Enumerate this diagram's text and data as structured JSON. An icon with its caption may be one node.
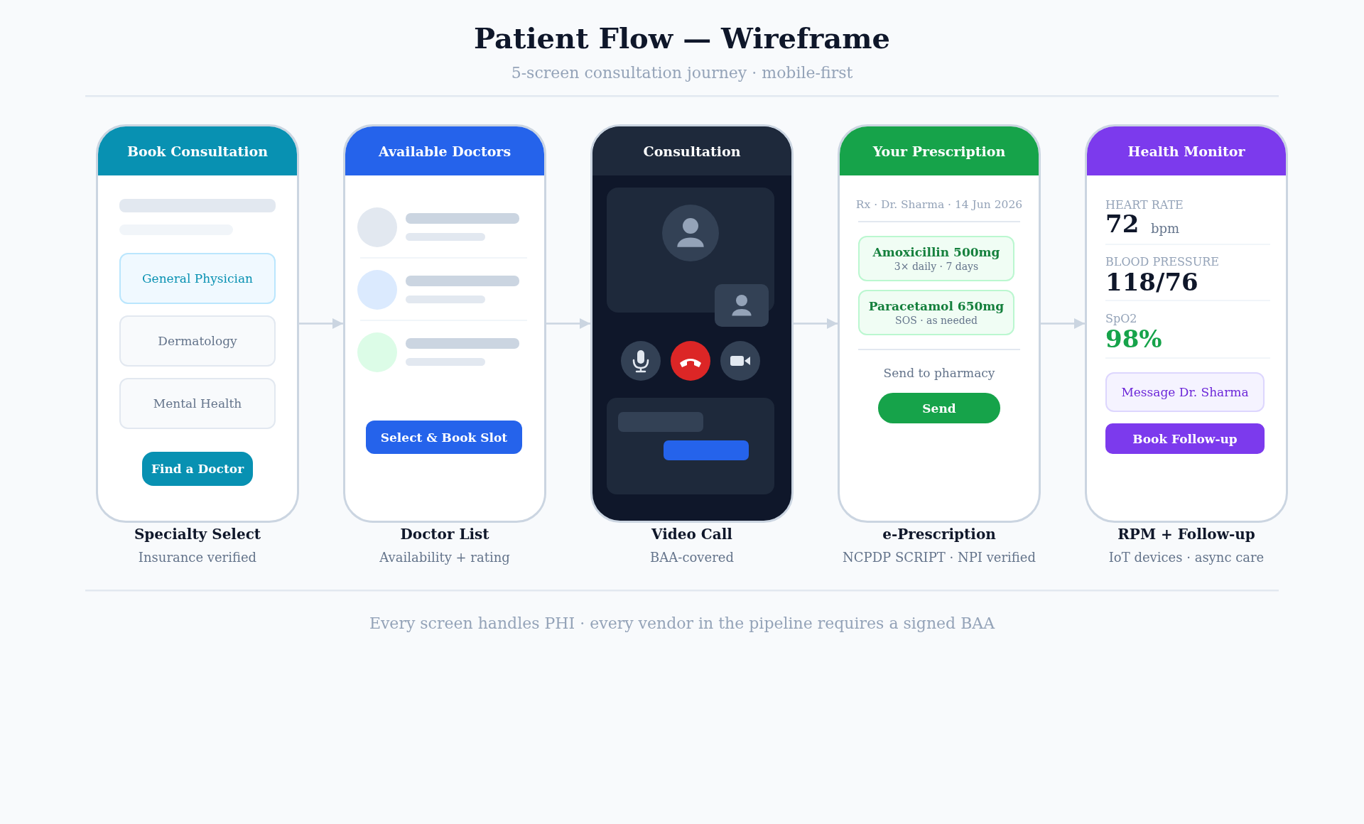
{
  "diagram": {
    "title": "Patient Flow — Wireframe",
    "caption": "Every screen handles PHI · every vendor in the pipeline requires a signed BAA",
    "labels": [
      "5-screen consultation journey · mobile-first"
    ],
    "nodes": [
      {
        "text": [
          "Book Consultation"
        ],
        "beside": [
          "Specialty Select",
          "Insurance verified"
        ]
      },
      {
        "text": [
          "General Physician"
        ],
        "in": 0
      },
      {
        "text": [
          "Dermatology"
        ],
        "in": 0
      },
      {
        "text": [
          "Mental Health"
        ],
        "in": 0
      },
      {
        "text": [
          "Find a Doctor"
        ],
        "in": 0
      },
      {
        "text": [
          "Available Doctors"
        ],
        "beside": [
          "Doctor List",
          "Availability + rating"
        ]
      },
      {
        "text": [
          "Select & Book Slot"
        ],
        "in": 5
      },
      {
        "text": [
          "Consultation"
        ],
        "beside": [
          "Video Call",
          "BAA-covered"
        ]
      },
      {
        "text": [
          "Your Prescription",
          "Rx · Dr. Sharma · 14 Jun 2026",
          "Send to pharmacy"
        ],
        "beside": [
          "e-Prescription",
          "NCPDP SCRIPT · NPI verified"
        ]
      },
      {
        "text": [
          "Amoxicillin 500mg",
          "3× daily · 7 days"
        ],
        "in": 8
      },
      {
        "text": [
          "Paracetamol 650mg",
          "SOS · as needed"
        ],
        "in": 8
      },
      {
        "text": [
          "Send"
        ],
        "in": 8
      },
      {
        "text": [
          "Health Monitor",
          "HEART RATE",
          "72",
          "bpm",
          "BLOOD PRESSURE",
          "118/76",
          "SpO2",
          "98%"
        ],
        "beside": [
          "RPM + Follow-up",
          "IoT devices · async care"
        ]
      },
      {
        "text": [
          "Message Dr. Sharma"
        ],
        "in": 12
      },
      {
        "text": [
          "Book Follow-up"
        ],
        "in": 12
      }
    ],
    "edges": [
      {
        "from": 0,
        "to": 5,
        "arrow": "to"
      },
      {
        "from": 5,
        "to": 7,
        "arrow": "to"
      },
      {
        "from": 7,
        "to": 8,
        "arrow": "to"
      },
      {
        "from": 8,
        "to": 12,
        "arrow": "to"
      }
    ]
  }
}
